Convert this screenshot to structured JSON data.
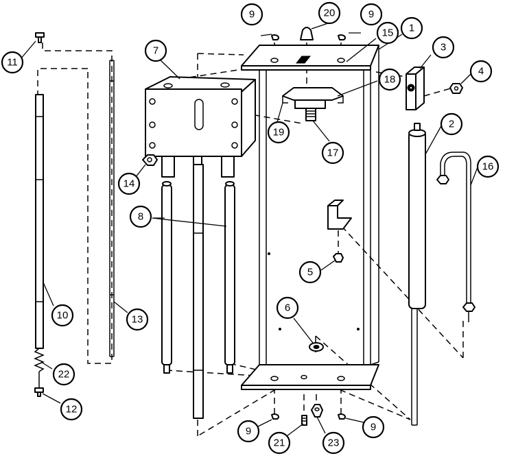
{
  "callouts": [
    {
      "key": "c1",
      "label": "1"
    },
    {
      "key": "c2",
      "label": "2"
    },
    {
      "key": "c3",
      "label": "3"
    },
    {
      "key": "c4",
      "label": "4"
    },
    {
      "key": "c5",
      "label": "5"
    },
    {
      "key": "c6",
      "label": "6"
    },
    {
      "key": "c7",
      "label": "7"
    },
    {
      "key": "c8",
      "label": "8"
    },
    {
      "key": "c9a",
      "label": "9"
    },
    {
      "key": "c9b",
      "label": "9"
    },
    {
      "key": "c9c",
      "label": "9"
    },
    {
      "key": "c9d",
      "label": "9"
    },
    {
      "key": "c10",
      "label": "10"
    },
    {
      "key": "c11",
      "label": "11"
    },
    {
      "key": "c12",
      "label": "12"
    },
    {
      "key": "c13",
      "label": "13"
    },
    {
      "key": "c14",
      "label": "14"
    },
    {
      "key": "c15",
      "label": "15"
    },
    {
      "key": "c16",
      "label": "16"
    },
    {
      "key": "c17",
      "label": "17"
    },
    {
      "key": "c18",
      "label": "18"
    },
    {
      "key": "c19",
      "label": "19"
    },
    {
      "key": "c20",
      "label": "20"
    },
    {
      "key": "c21",
      "label": "21"
    },
    {
      "key": "c22",
      "label": "22"
    },
    {
      "key": "c23",
      "label": "23"
    }
  ]
}
